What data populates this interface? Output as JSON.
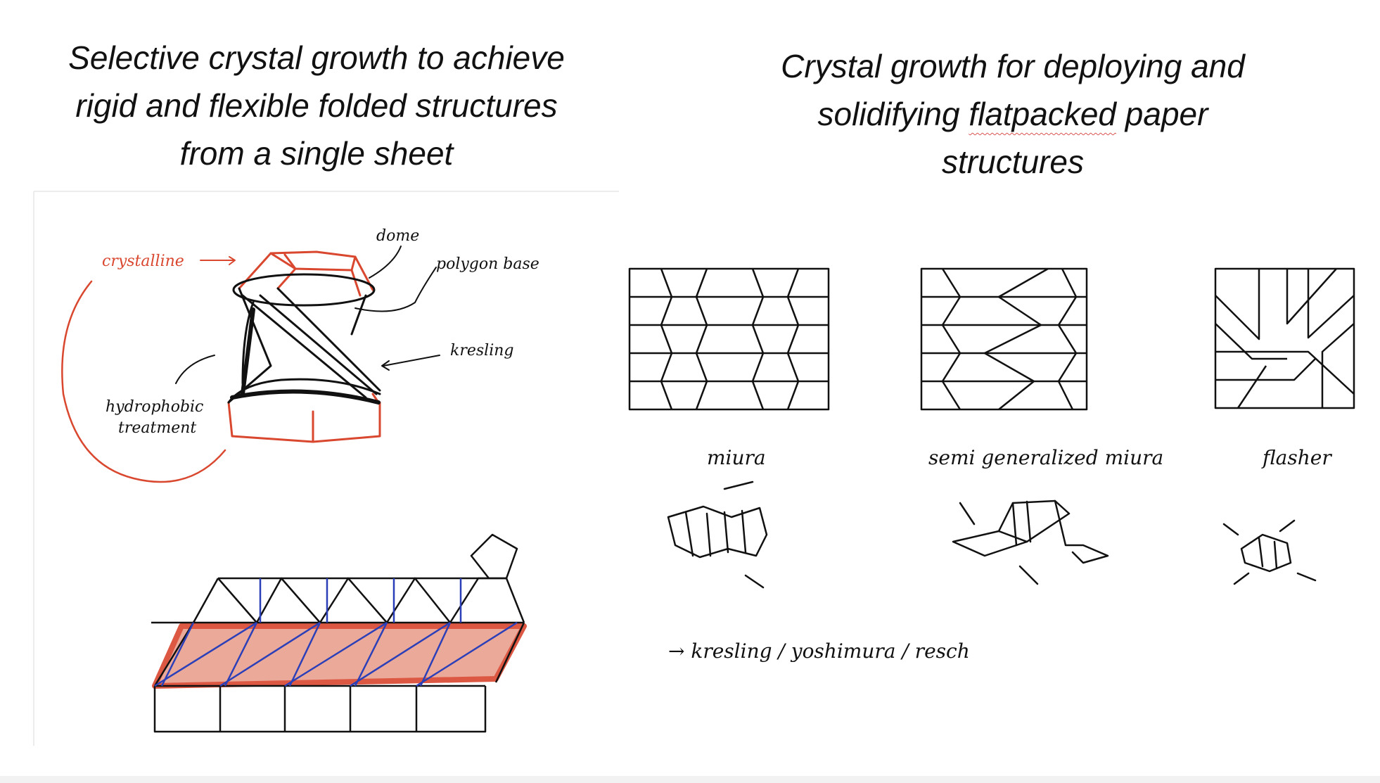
{
  "left_title_lines": [
    "Selective crystal growth to achieve",
    "rigid and flexible folded structures",
    "from a single sheet"
  ],
  "right_title": {
    "line1": "Crystal growth for deploying and",
    "line2_before": "solidifying ",
    "line2_underlined": "flatpacked",
    "line2_after": " paper",
    "line3": "structures"
  },
  "sketch_left": {
    "labels": {
      "crystalline": "crystalline",
      "dome": "dome",
      "polygon_base": "polygon base",
      "kresling": "kresling",
      "hydrophobic": "hydrophobic",
      "treatment": "treatment"
    }
  },
  "sketch_right": {
    "pattern_labels": {
      "miura": "miura",
      "semi_generalized_miura": "semi generalized miura",
      "flasher": "flasher"
    },
    "bottom_note": "→ kresling / yoshimura / resch"
  },
  "colors": {
    "ink": "#111111",
    "crystal_red": "#d9472f",
    "crystal_fill": "#e9a08f",
    "fold_blue": "#2b3fb8"
  }
}
